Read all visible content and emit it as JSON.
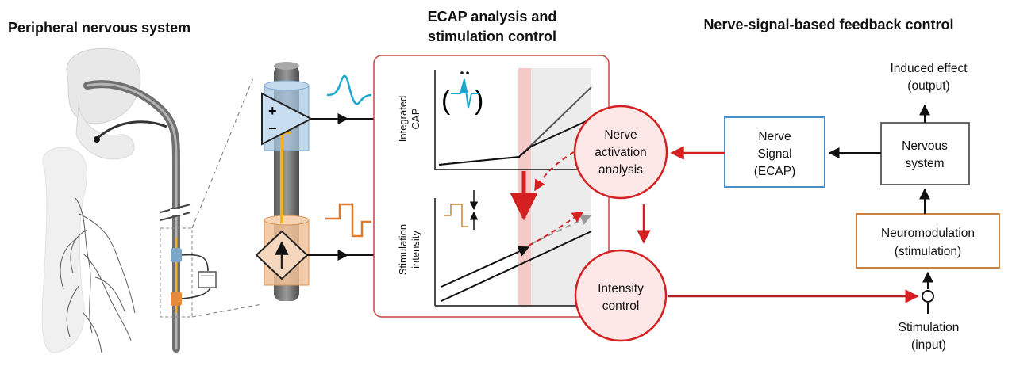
{
  "headers": {
    "left": "Peripheral nervous system",
    "middle_line1": "ECAP analysis and",
    "middle_line2": "stimulation control",
    "right": "Nerve-signal-based feedback control"
  },
  "recording_amp": {
    "plus": "+",
    "minus": "−"
  },
  "top_plot": {
    "ylabel_line1": "Integrated",
    "ylabel_line2": "CAP"
  },
  "bottom_plot": {
    "ylabel_line1": "Stimulation",
    "ylabel_line2": "intensity"
  },
  "nodes": {
    "analysis": {
      "line1": "Nerve",
      "line2": "activation",
      "line3": "analysis"
    },
    "intensity": {
      "line1": "Intensity",
      "line2": "control"
    },
    "signal": {
      "line1": "Nerve",
      "line2": "Signal",
      "line3": "(ECAP)"
    },
    "nervous": {
      "line1": "Nervous",
      "line2": "system"
    },
    "neuromod": {
      "line1": "Neuromodulation",
      "line2": "(stimulation)"
    },
    "effect": {
      "line1": "Induced effect",
      "line2": "(output)"
    },
    "stim_input": {
      "line1": "Stimulation",
      "line2": "(input)"
    }
  },
  "colors": {
    "red": "#d42020",
    "blue_box": "#4a8fc4",
    "orange_box": "#c8833e",
    "gray_box": "#666666",
    "signal_blue": "#1aa8cc",
    "signal_orange": "#e07a2a"
  }
}
